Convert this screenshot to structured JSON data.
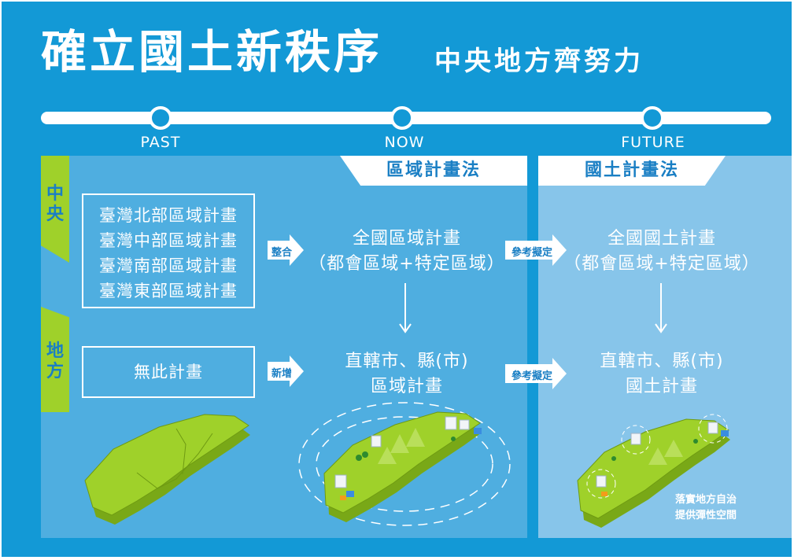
{
  "title": "確立國土新秩序",
  "subtitle": "中央地方齊努力",
  "timeline": [
    {
      "label": "PAST"
    },
    {
      "label": "NOW"
    },
    {
      "label": "FUTURE"
    }
  ],
  "tabs": {
    "now": "區域計畫法",
    "future": "國土計畫法"
  },
  "side_labels": {
    "central": [
      "中",
      "央"
    ],
    "local": [
      "地",
      "方"
    ]
  },
  "past": {
    "central_plans": [
      "臺灣北部區域計畫",
      "臺灣中部區域計畫",
      "臺灣南部區域計畫",
      "臺灣東部區域計畫"
    ],
    "local_plan": "無此計畫"
  },
  "arrows": {
    "integrate": "整合",
    "add": "新增",
    "reference1": "參考擬定",
    "reference2": "參考擬定"
  },
  "now": {
    "central_line1": "全國區域計畫",
    "central_line2": "（都會區域+特定區域）",
    "local_line1": "直轄市、縣(市)",
    "local_line2": "區域計畫"
  },
  "future": {
    "central_line1": "全國國土計畫",
    "central_line2": "（都會區域+特定區域）",
    "local_line1": "直轄市、縣(市)",
    "local_line2": "國土計畫",
    "note_line1": "落實地方自治",
    "note_line2": "提供彈性空間"
  },
  "colors": {
    "background": "#1399d6",
    "panel": "#4faee0",
    "panel_future": "#87c5ea",
    "accent_green": "#9fd12a",
    "text_blue": "#1a7fc4"
  }
}
